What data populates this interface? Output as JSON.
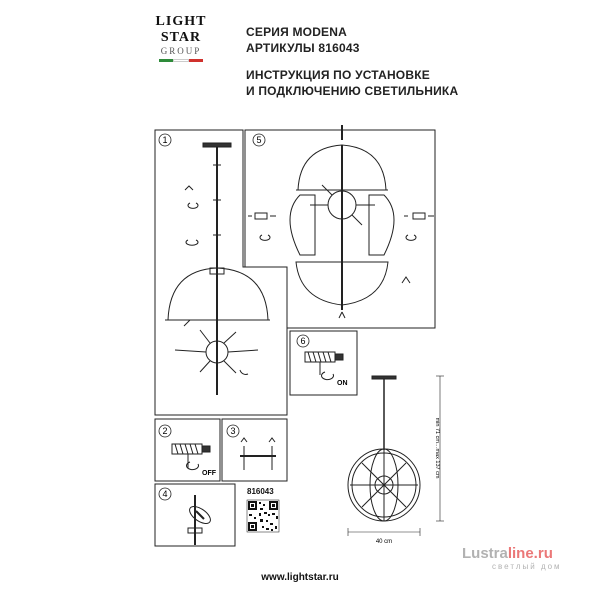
{
  "brand": {
    "line1": "LIGHT",
    "line2": "STAR",
    "line3": "GROUP"
  },
  "header": {
    "series": "СЕРИЯ MODENA",
    "article": "АРТИКУЛЫ 816043",
    "instruction_line1": "ИНСТРУКЦИЯ ПО УСТАНОВКЕ",
    "instruction_line2": "И ПОДКЛЮЧЕНИЮ СВЕТИЛЬНИКА"
  },
  "steps": [
    "1",
    "2",
    "3",
    "4",
    "5",
    "6"
  ],
  "labels": {
    "off": "OFF",
    "on": "ON",
    "width": "40 cm",
    "height": "min 71 cm…max 137 cm"
  },
  "product_code": "816043",
  "website": "www.lightstar.ru",
  "watermark": {
    "part1": "Lustra",
    "part2": "line.ru",
    "sub": "светлый дом"
  },
  "colors": {
    "flag_green": "#2e8b3a",
    "flag_white": "#ffffff",
    "flag_red": "#d0312d",
    "watermark_red": "#e96a6a"
  }
}
